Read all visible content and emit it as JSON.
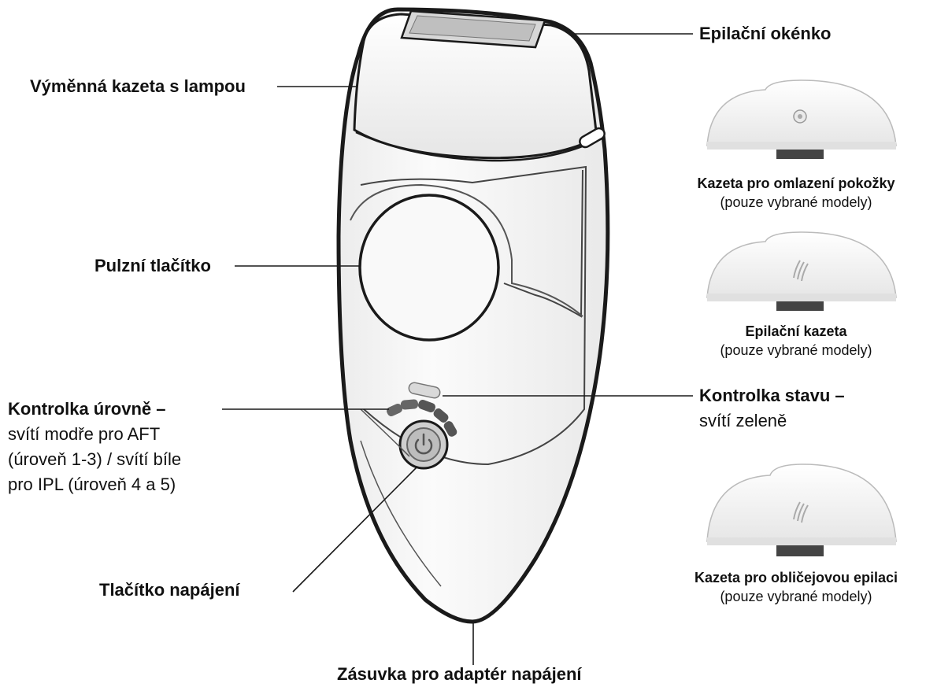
{
  "labels": {
    "lamp_cartridge": "Výměnná kazeta s lampou",
    "pulse_button": "Pulzní tlačítko",
    "level_indicator_title": "Kontrolka úrovně –",
    "level_indicator_line1": "svítí modře pro AFT",
    "level_indicator_line2": "(úroveň 1-3) / svítí bíle",
    "level_indicator_line3": "pro IPL (úroveň 4 a 5)",
    "power_button": "Tlačítko napájení",
    "adapter_socket": "Zásuvka pro adaptér napájení",
    "epilation_window": "Epilační okénko",
    "status_indicator_title": "Kontrolka stavu –",
    "status_indicator_sub": "svítí zeleně"
  },
  "cartridges": [
    {
      "name": "Kazeta pro omlazení pokožky",
      "note": "(pouze vybrané modely)",
      "icon": "skin-rejuvenation-icon"
    },
    {
      "name": "Epilační kazeta",
      "note": "(pouze vybrané modely)",
      "icon": "hair-icon"
    },
    {
      "name": "Kazeta pro obličejovou epilaci",
      "note": "(pouze vybrané modely)",
      "icon": "hair-icon"
    }
  ],
  "colors": {
    "outline": "#1a1a1a",
    "body_fill": "#f4f4f4",
    "level_light": "#555555",
    "status_light": "#d9d9d9"
  }
}
